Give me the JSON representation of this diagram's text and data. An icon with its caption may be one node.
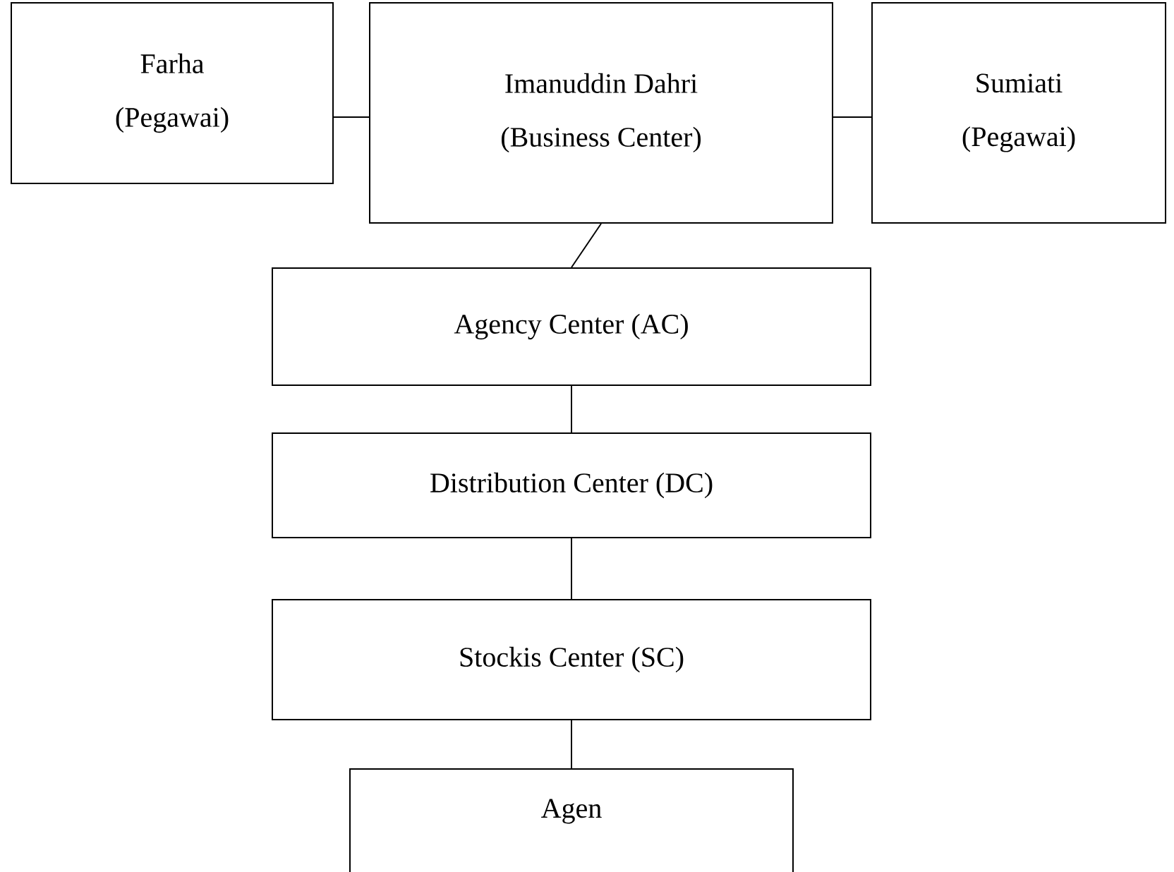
{
  "diagram": {
    "nodes": [
      {
        "text": [
          "Farha",
          "(Pegawai)"
        ]
      },
      {
        "text": [
          "Imanuddin Dahri",
          "(Business Center)"
        ]
      },
      {
        "text": [
          "Sumiati",
          "(Pegawai)"
        ]
      },
      {
        "text": [
          "Agency Center (AC)"
        ]
      },
      {
        "text": [
          "Distribution Center (DC)"
        ]
      },
      {
        "text": [
          "Stockis Center (SC)"
        ]
      },
      {
        "text": [
          "Agen"
        ]
      }
    ],
    "edges": [
      {
        "from": 0,
        "to": 1,
        "arrow": "none"
      },
      {
        "from": 1,
        "to": 2,
        "arrow": "none"
      },
      {
        "from": 1,
        "to": 3,
        "arrow": "none"
      },
      {
        "from": 3,
        "to": 4,
        "arrow": "none"
      },
      {
        "from": 4,
        "to": 5,
        "arrow": "none"
      },
      {
        "from": 5,
        "to": 6,
        "arrow": "none"
      }
    ]
  }
}
